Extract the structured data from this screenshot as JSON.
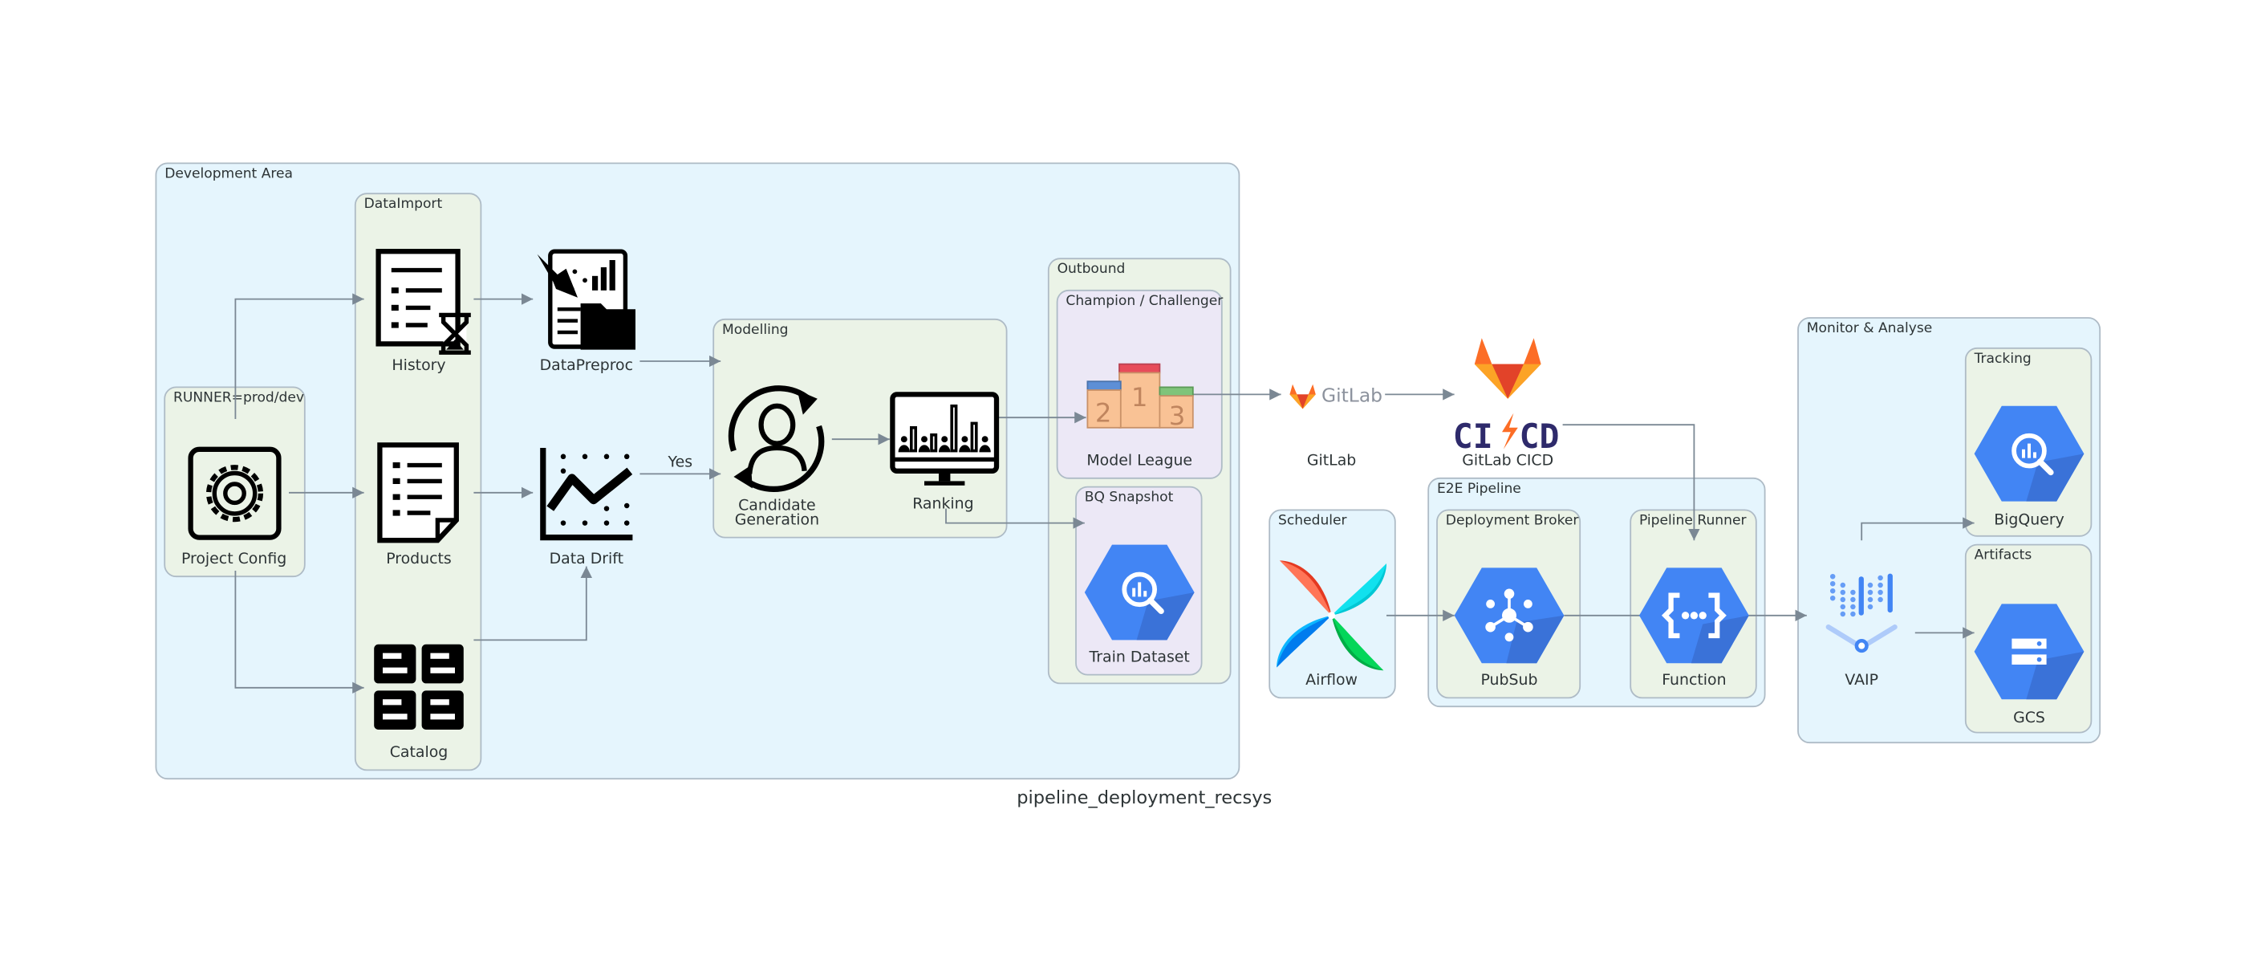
{
  "title": "pipeline_deployment_recsys",
  "colors": {
    "blue_cluster_fill": "#e5f5fd",
    "blue_cluster_stroke": "#aebbc6",
    "green_cluster_fill": "#ebf3e7",
    "purple_cluster_fill": "#ece8f6",
    "edge": "#7b8894",
    "gcp_blue": "#4285f4",
    "gcp_dark_blue": "#3a72d8"
  },
  "clusters": {
    "development_area": "Development Area",
    "runner": "RUNNER=prod/dev",
    "dataimport": "DataImport",
    "modelling": "Modelling",
    "outbound": "Outbound",
    "champion": "Champion / Challenger",
    "bq_snapshot": "BQ Snapshot",
    "scheduler": "Scheduler",
    "e2e_pipeline": "E2E Pipeline",
    "deployment_broker": "Deployment Broker",
    "pipeline_runner": "Pipeline Runner",
    "monitor": "Monitor & Analyse",
    "tracking": "Tracking",
    "artifacts": "Artifacts"
  },
  "nodes": {
    "project_config": {
      "label": "Project Config",
      "icon": "gear-icon"
    },
    "history": {
      "label": "History",
      "icon": "document-hourglass-icon"
    },
    "products": {
      "label": "Products",
      "icon": "document-list-icon"
    },
    "catalog": {
      "label": "Catalog",
      "icon": "grid-catalog-icon"
    },
    "datapreproc": {
      "label": "DataPreproc",
      "icon": "data-preprocessing-icon"
    },
    "data_drift": {
      "label": "Data Drift",
      "icon": "line-chart-icon"
    },
    "candidate_generation": {
      "label_line1": "Candidate",
      "label_line2": "Generation",
      "icon": "user-refresh-icon"
    },
    "ranking": {
      "label": "Ranking",
      "icon": "monitor-chart-icon"
    },
    "model_league": {
      "label": "Model League",
      "icon": "podium-icon",
      "podium": [
        "2",
        "1",
        "3"
      ]
    },
    "train_dataset": {
      "label": "Train Dataset",
      "icon": "bigquery-icon"
    },
    "gitlab": {
      "label": "GitLab",
      "logo_text": "GitLab",
      "icon": "gitlab-logo-icon"
    },
    "gitlab_cicd": {
      "label": "GitLab CICD",
      "logo_text_left": "CI",
      "logo_text_right": "CD",
      "icon": "gitlab-cicd-icon"
    },
    "airflow": {
      "label": "Airflow",
      "icon": "airflow-pinwheel-icon"
    },
    "pubsub": {
      "label": "PubSub",
      "icon": "pubsub-icon"
    },
    "function": {
      "label": "Function",
      "icon": "cloud-functions-icon"
    },
    "vaip": {
      "label": "VAIP",
      "icon": "vertex-ai-pipelines-icon"
    },
    "bigquery": {
      "label": "BigQuery",
      "icon": "bigquery-icon"
    },
    "gcs": {
      "label": "GCS",
      "icon": "gcs-icon"
    }
  },
  "edges": [
    {
      "from": "project_config",
      "to": "history"
    },
    {
      "from": "project_config",
      "to": "products"
    },
    {
      "from": "project_config",
      "to": "catalog"
    },
    {
      "from": "history",
      "to": "datapreproc"
    },
    {
      "from": "products",
      "to": "data_drift"
    },
    {
      "from": "catalog",
      "to": "data_drift"
    },
    {
      "from": "datapreproc",
      "to": "candidate_generation"
    },
    {
      "from": "data_drift",
      "to": "candidate_generation",
      "label": "Yes"
    },
    {
      "from": "candidate_generation",
      "to": "ranking"
    },
    {
      "from": "ranking",
      "to": "model_league"
    },
    {
      "from": "ranking",
      "to": "train_dataset"
    },
    {
      "from": "model_league",
      "to": "gitlab"
    },
    {
      "from": "gitlab",
      "to": "gitlab_cicd"
    },
    {
      "from": "gitlab_cicd",
      "to": "function"
    },
    {
      "from": "airflow",
      "to": "pubsub"
    },
    {
      "from": "pubsub",
      "to": "function"
    },
    {
      "from": "function",
      "to": "vaip"
    },
    {
      "from": "vaip",
      "to": "bigquery"
    },
    {
      "from": "vaip",
      "to": "gcs"
    }
  ]
}
